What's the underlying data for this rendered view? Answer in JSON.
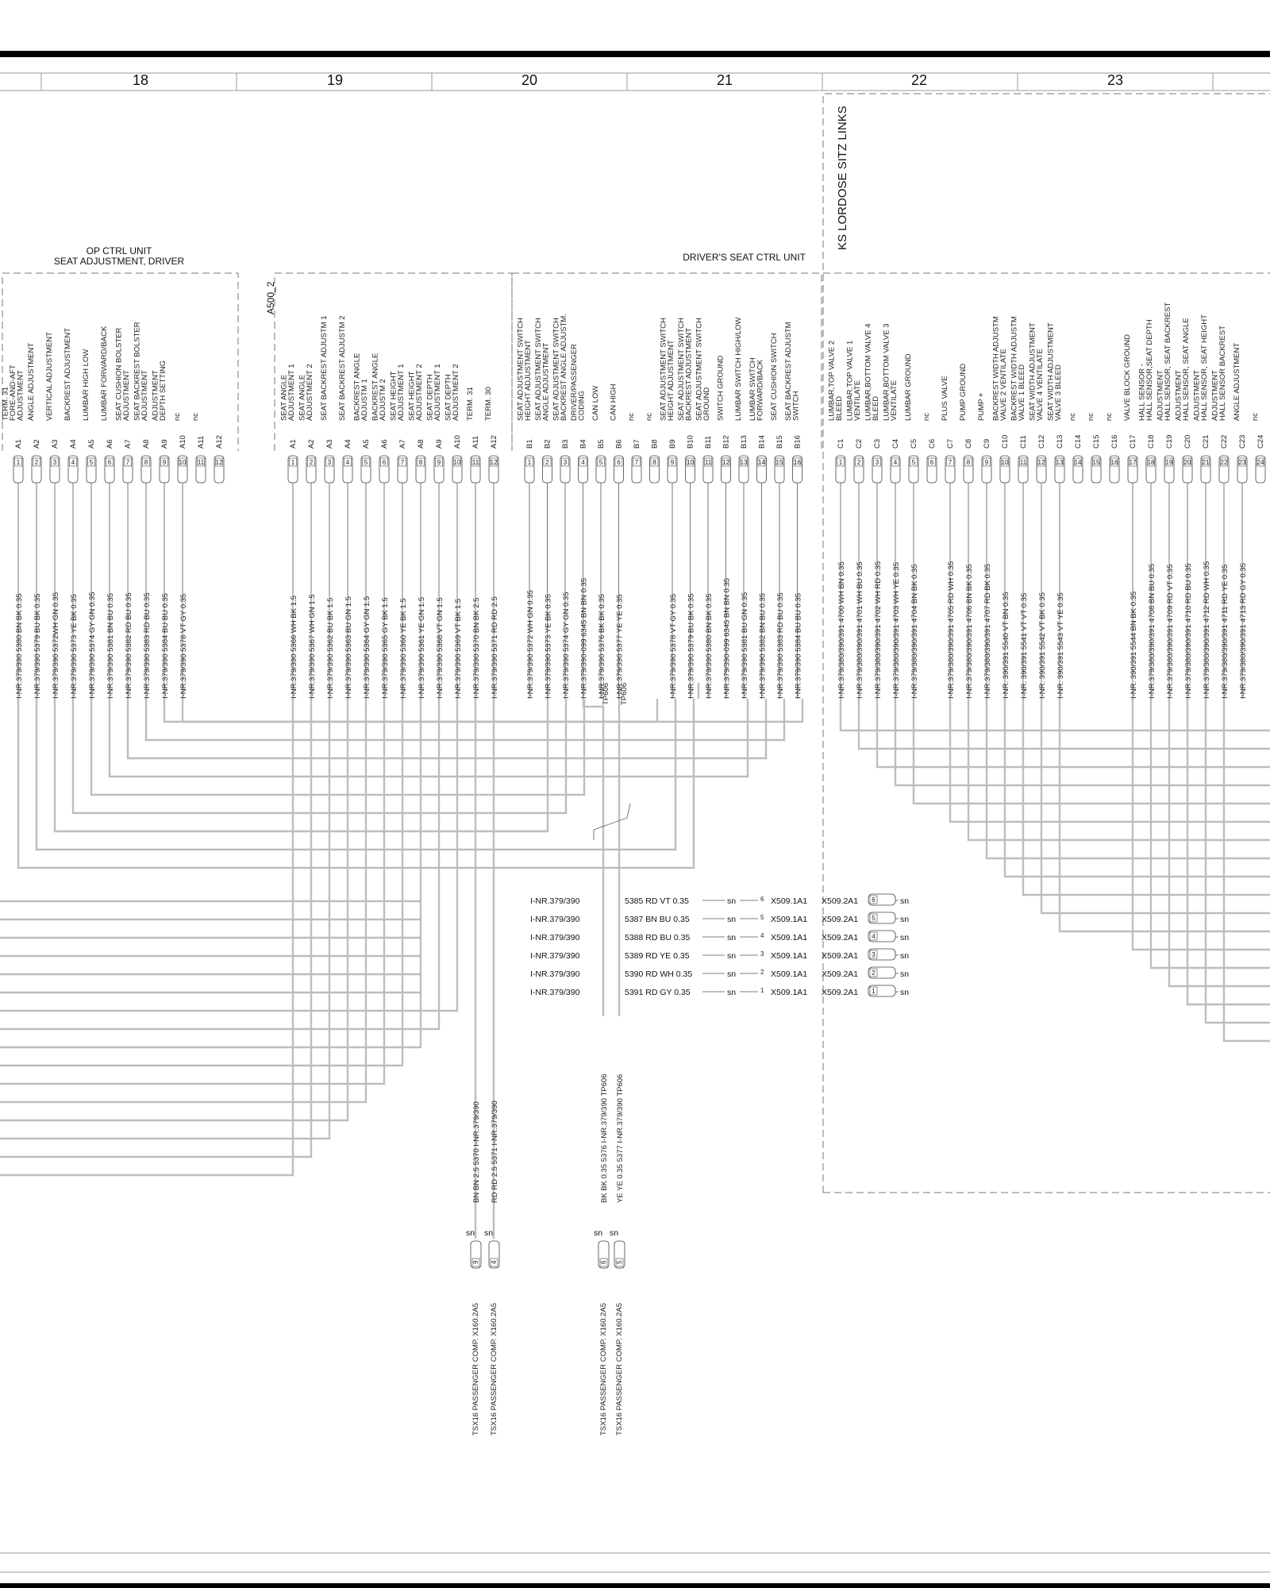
{
  "columns": [
    "18",
    "19",
    "20",
    "21",
    "22",
    "23"
  ],
  "units": {
    "op_ctrl": {
      "line1": "OP CTRL UNIT",
      "line2": "SEAT ADJUSTMENT, DRIVER"
    },
    "a500": "A500_2",
    "drivers_seat": "DRIVER'S SEAT CTRL UNIT",
    "ks_lordose": "KS LORDOSE SITZ LINKS"
  },
  "groupA1": [
    {
      "desc": [
        "TERM. 31",
        "FORE-AND-AFT",
        "ADJUSTMENT"
      ],
      "pin": "A1",
      "num": "1",
      "wire": "I-NR.379/390   5380   BN BK 0.35"
    },
    {
      "desc": [
        "ANGLE ADJUSTMENT"
      ],
      "pin": "A2",
      "num": "2",
      "wire": "I-NR.379/390   5379   BU BK 0.35"
    },
    {
      "desc": [
        "VERTICAL ADJUSTMENT"
      ],
      "pin": "A3",
      "num": "3",
      "wire": "I-NR.379/390   5372WH GN 0.35"
    },
    {
      "desc": [
        "BACKREST ADJUSTMENT"
      ],
      "pin": "A4",
      "num": "4",
      "wire": "I-NR.379/390   5373   YE BK 0.35"
    },
    {
      "desc": [
        "LUMBAR HIGH LOW"
      ],
      "pin": "A5",
      "num": "5",
      "wire": "I-NR.379/390   5374  GY GN 0.35"
    },
    {
      "desc": [
        "LUMBAR FORWARD/BACK"
      ],
      "pin": "A6",
      "num": "6",
      "wire": "I-NR.379/390   5381  BN BU 0.35"
    },
    {
      "desc": [
        "SEAT CUSHION BOLSTER",
        "ADJUSTMENT"
      ],
      "pin": "A7",
      "num": "7",
      "wire": "I-NR.379/390   5382   RD BU 0.35"
    },
    {
      "desc": [
        "SEAT BACKREST BOLSTER",
        "ADJUSTMENT"
      ],
      "pin": "A8",
      "num": "8",
      "wire": "I-NR.379/390   5383   RD BU 0.35"
    },
    {
      "desc": [
        "ADJUSTMENT",
        "DEPTH SETTING"
      ],
      "pin": "A9",
      "num": "9",
      "wire": "I-NR.379/390   5384   BU BU 0.35"
    },
    {
      "desc": [
        "nc"
      ],
      "pin": "A10",
      "num": "10",
      "wire": "I-NR.379/390   5378   VT GY 0.35"
    },
    {
      "desc": [
        "nc"
      ],
      "pin": "A11",
      "num": "11",
      "wire": ""
    },
    {
      "desc": [
        ""
      ],
      "pin": "A12",
      "num": "12",
      "wire": ""
    }
  ],
  "groupA2": [
    {
      "desc": [
        "SEAT ANGLE",
        "ADJUSTMENT 1"
      ],
      "pin": "A1",
      "num": "1",
      "wire": "I-NR.379/390   5366   WH BK 1.5"
    },
    {
      "desc": [
        "SEAT ANGLE",
        "ADJUSTMENT 2"
      ],
      "pin": "A2",
      "num": "2",
      "wire": "I-NR.379/390   5367   WH GN 1.5"
    },
    {
      "desc": [
        "SEAT BACKREST ADJUSTM 1"
      ],
      "pin": "A3",
      "num": "3",
      "wire": "I-NR.379/390   5362    BU BK 1.5"
    },
    {
      "desc": [
        "SEAT BACKREST ADJUSTM 2"
      ],
      "pin": "A4",
      "num": "4",
      "wire": "I-NR.379/390   5363    BU GN 1.5"
    },
    {
      "desc": [
        "BACKREST ANGLE",
        "ADJUSTM 1"
      ],
      "pin": "A5",
      "num": "5",
      "wire": "I-NR.379/390   5364    GY GN 1.5"
    },
    {
      "desc": [
        "BACKREST ANGLE",
        "ADJUSTM 2"
      ],
      "pin": "A6",
      "num": "6",
      "wire": "I-NR.379/390   5365    GY BK 1.5"
    },
    {
      "desc": [
        "SEAT HEIGHT",
        "ADJUSTMENT 1"
      ],
      "pin": "A7",
      "num": "7",
      "wire": "I-NR.379/390   5360    YE BK 1.5"
    },
    {
      "desc": [
        "SEAT HEIGHT",
        "ADJUSTMENT 2"
      ],
      "pin": "A8",
      "num": "8",
      "wire": "I-NR.379/390   5361    YE GN 1.5"
    },
    {
      "desc": [
        "SEAT DEPTH",
        "ADJUSTMENT 1"
      ],
      "pin": "A9",
      "num": "9",
      "wire": "I-NR.379/390   5368    VT GN 1.5"
    },
    {
      "desc": [
        "SEAT DEPTH",
        "ADJUSTMENT 2"
      ],
      "pin": "A10",
      "num": "10",
      "wire": "I-NR.379/390   5369    VT BK 1.5"
    },
    {
      "desc": [
        "TERM. 31"
      ],
      "pin": "A11",
      "num": "11",
      "wire": "I-NR.379/390   5370    BN BK 2.5"
    },
    {
      "desc": [
        "TERM. 30"
      ],
      "pin": "A12",
      "num": "12",
      "wire": "I-NR.379/390   5371    RD RD 2.5"
    }
  ],
  "groupB": [
    {
      "desc": [
        "SEAT ADJUSTMENT SWITCH",
        "HEIGHT ADJUSTMENT"
      ],
      "pin": "B1",
      "num": "1",
      "wire": "I-NR.379/390   5372 WH GN 0.35"
    },
    {
      "desc": [
        "SEAT ADJUSTMENT SWITCH",
        "ANGLE ADJUSTMENT"
      ],
      "pin": "B2",
      "num": "2",
      "wire": "I-NR.379/390   5373   YE BK 0.35"
    },
    {
      "desc": [
        "SEAT ADJUSTMENT SWITCH",
        "BACKREST ANGLE ADJUSTM."
      ],
      "pin": "B3",
      "num": "3",
      "wire": "I-NR.379/390   5374 GY GN 0.35"
    },
    {
      "desc": [
        "DRIVER/PASSENGER",
        "CODING"
      ],
      "pin": "B4",
      "num": "4",
      "wire": "I-NR.379/390-099  6345 BN BN 0.35"
    },
    {
      "desc": [
        "CAN LOW"
      ],
      "pin": "B5",
      "num": "5",
      "wire": "I-NR.379/390   5376   BK BK 0.35"
    },
    {
      "desc": [
        "CAN HIGH"
      ],
      "pin": "B6",
      "num": "6",
      "wire": "I-NR.379/390   5377   YE YE 0.35"
    },
    {
      "desc": [
        "nc"
      ],
      "pin": "B7",
      "num": "7",
      "wire": ""
    },
    {
      "desc": [
        "nc"
      ],
      "pin": "B8",
      "num": "8",
      "wire": ""
    },
    {
      "desc": [
        "SEAT ADJUSTMENT SWITCH",
        "HEIGHT ADJUSTMENT"
      ],
      "pin": "B9",
      "num": "9",
      "wire": "I-NR.379/390   5378   VT GY 0.35"
    },
    {
      "desc": [
        "SEAT ADJUSTMENT SWITCH",
        "BACKREST ADJUSTMENT"
      ],
      "pin": "B10",
      "num": "10",
      "wire": "I-NR.379/390   5379   BU BK 0.35"
    },
    {
      "desc": [
        "SEAT ADJUSTMENT SWITCH",
        "GROUND"
      ],
      "pin": "B11",
      "num": "11",
      "wire": "I-NR.379/390   5380   BN BK 0.35"
    },
    {
      "desc": [
        "SWITCH GROUND"
      ],
      "pin": "B12",
      "num": "12",
      "wire": "I-NR.379/390-099  6345 BN BN 0.35"
    },
    {
      "desc": [
        "LUMBAR SWITCH HIGH/LOW"
      ],
      "pin": "B13",
      "num": "13",
      "wire": "I-NR.379/390   5381   BU GN 0.35"
    },
    {
      "desc": [
        "LUMBAR SWITCH",
        "FORWARD/BACK"
      ],
      "pin": "B14",
      "num": "14",
      "wire": "I-NR.379/390   5382   BN BU 0.35"
    },
    {
      "desc": [
        "SEAT CUSHION SWITCH"
      ],
      "pin": "B15",
      "num": "15",
      "wire": "I-NR.379/390   5383   RD BU 0.35"
    },
    {
      "desc": [
        "SEAT BACKREST ADJUSTM",
        "SWITCH"
      ],
      "pin": "B16",
      "num": "16",
      "wire": "I-NR.379/390   5384   BU BU 0.35"
    }
  ],
  "groupC": [
    {
      "desc": [
        "LUMBAR,TOP VALVE 2",
        "BLEED"
      ],
      "pin": "C1",
      "num": "1",
      "wire": "I-NR.379/380/390/391   4700 WH BN 0.35"
    },
    {
      "desc": [
        "LUMBAR,TOP VALVE 1",
        "VENTILATE"
      ],
      "pin": "C2",
      "num": "2",
      "wire": "I-NR.379/380/390/391   4701  WH BU 0.35"
    },
    {
      "desc": [
        "LUMBAR,BOTTOM VALVE 4",
        "BLEED"
      ],
      "pin": "C3",
      "num": "3",
      "wire": "I-NR.379/380/390/391   4702  WH RD 0.35"
    },
    {
      "desc": [
        "LUMBAR,BOTTOM VALVE 3",
        "VENTILATE"
      ],
      "pin": "C4",
      "num": "4",
      "wire": "I-NR.379/380/390/391   4703  WH YE 0.35"
    },
    {
      "desc": [
        "LUMBAR GROUND"
      ],
      "pin": "C5",
      "num": "5",
      "wire": "I-NR.379/380/390/391   4704  BN BK 0.35"
    },
    {
      "desc": [
        "nc"
      ],
      "pin": "C6",
      "num": "6",
      "wire": ""
    },
    {
      "desc": [
        "PLUS VALVE"
      ],
      "pin": "C7",
      "num": "7",
      "wire": "I-NR.379/380/390/391   4705  RD WH 0.35"
    },
    {
      "desc": [
        "PUMP GROUND"
      ],
      "pin": "C8",
      "num": "8",
      "wire": "I-NR.379/380/390/391   4706  BN BK 0.35"
    },
    {
      "desc": [
        "PUMP +"
      ],
      "pin": "C9",
      "num": "9",
      "wire": "I-NR.379/380/390/391   4707  RD BK 0.35"
    },
    {
      "desc": [
        "BACKREST WIDTH ADJUSTM",
        "VALVE 2 VENTILATE"
      ],
      "pin": "C10",
      "num": "10",
      "wire": "I-NR. 390/391   5540   VT BN 0.35"
    },
    {
      "desc": [
        "BACKREST WIDTH ADJUSTM",
        "VALVE 1 BLEED"
      ],
      "pin": "C11",
      "num": "11",
      "wire": "I-NR. 390/391   5541   VT VT 0.35"
    },
    {
      "desc": [
        "SEAT WIDTH ADJUSTMENT",
        "VALVE 4 VENTILATE"
      ],
      "pin": "C12",
      "num": "12",
      "wire": "I-NR. 390/391   5542   VT BK 0.35"
    },
    {
      "desc": [
        "SEAT WIDTH ADJUSTMENT",
        "VALVE 3 BLEED"
      ],
      "pin": "C13",
      "num": "13",
      "wire": "I-NR. 390/391   5543   VT YE 0.35"
    },
    {
      "desc": [
        "nc"
      ],
      "pin": "C14",
      "num": "14",
      "wire": ""
    },
    {
      "desc": [
        "nc"
      ],
      "pin": "C15",
      "num": "15",
      "wire": ""
    },
    {
      "desc": [
        "nc"
      ],
      "pin": "C16",
      "num": "16",
      "wire": ""
    },
    {
      "desc": [
        "VALVE BLOCK GROUND"
      ],
      "pin": "C17",
      "num": "17",
      "wire": "I-NR. 390/391   5544   BN BK 0.35"
    },
    {
      "desc": [
        "HALL SENSOR -",
        "HALL SENSOR,SEAT DEPTH"
      ],
      "pin": "C18",
      "num": "18",
      "wire": "I-NR.379/380/390/391   4708  BN BU 0.35"
    },
    {
      "desc": [
        "ADJUSTMENT",
        "HALL SENSOR, SEAT BACKREST"
      ],
      "pin": "C19",
      "num": "19",
      "wire": "I-NR.379/380/390/391   4709  RD VT 0.35"
    },
    {
      "desc": [
        "ADJUSTMENT",
        "HALL SENSOR, SEAT ANGLE"
      ],
      "pin": "C20",
      "num": "20",
      "wire": "I-NR.379/380/390/391   4710  RD BU 0.35"
    },
    {
      "desc": [
        "ADJUSTMENT",
        "HALL SENSOR, SEAT HEIGHT"
      ],
      "pin": "C21",
      "num": "21",
      "wire": "I-NR.379/380/390/391   4712  RD WH 0.35"
    },
    {
      "desc": [
        "ADJUSTMENT",
        "HALL SENSOR BACKREST"
      ],
      "pin": "C22",
      "num": "22",
      "wire": "I-NR.379/380/390/391   4711   RD YE 0.35"
    },
    {
      "desc": [
        "ANGLE ADJUSTMENT"
      ],
      "pin": "C23",
      "num": "23",
      "wire": "I-NR.379/380/390/391   4713  RD GY 0.35"
    },
    {
      "desc": [
        "nc"
      ],
      "pin": "C24",
      "num": "24",
      "wire": ""
    }
  ],
  "tp606": "TP606",
  "x509": [
    {
      "inr": "I-NR.379/390",
      "wire": "5385  RD VT 0.35",
      "sn": "sn",
      "n": "6",
      "a": "X509.1A1",
      "b": "X509.2A1",
      "pin": "6",
      "sn2": "sn"
    },
    {
      "inr": "I-NR.379/390",
      "wire": "5387  BN BU 0.35",
      "sn": "sn",
      "n": "5",
      "a": "X509.1A1",
      "b": "X509.2A1",
      "pin": "5",
      "sn2": "sn"
    },
    {
      "inr": "I-NR.379/390",
      "wire": "5388  RD BU 0.35",
      "sn": "sn",
      "n": "4",
      "a": "X509.1A1",
      "b": "X509.2A1",
      "pin": "4",
      "sn2": "sn"
    },
    {
      "inr": "I-NR.379/390",
      "wire": "5389  RD YE 0.35",
      "sn": "sn",
      "n": "3",
      "a": "X509.1A1",
      "b": "X509.2A1",
      "pin": "3",
      "sn2": "sn"
    },
    {
      "inr": "I-NR.379/390",
      "wire": "5390 RD WH 0.35",
      "sn": "sn",
      "n": "2",
      "a": "X509.1A1",
      "b": "X509.2A1",
      "pin": "2",
      "sn2": "sn"
    },
    {
      "inr": "I-NR.379/390",
      "wire": "5391  RD GY 0.35",
      "sn": "sn",
      "n": "1",
      "a": "X509.1A1",
      "b": "X509.2A1",
      "pin": "1",
      "sn2": "sn"
    }
  ],
  "x160": [
    {
      "wire": "BN BN 2.5   5370   I-NR.379/390",
      "sn": "sn",
      "pin": "9",
      "label": "TSX16 PASSENGER COMP.   X160.2A5"
    },
    {
      "wire": "RD RD 2.5   5371   I-NR.379/390",
      "sn": "sn",
      "pin": "4",
      "label": "TSX16 PASSENGER COMP.   X160.2A5"
    },
    {
      "wire": "BK BK 0.35   5376   I-NR.379/390  TP606",
      "sn": "sn",
      "pin": "6",
      "label": "TSX16 PASSENGER COMP.   X160.2A5"
    },
    {
      "wire": "YE YE 0.35   5377   I-NR.379/390  TP606",
      "sn": "sn",
      "pin": "5",
      "label": "TSX16 PASSENGER COMP.   X160.2A5"
    }
  ]
}
